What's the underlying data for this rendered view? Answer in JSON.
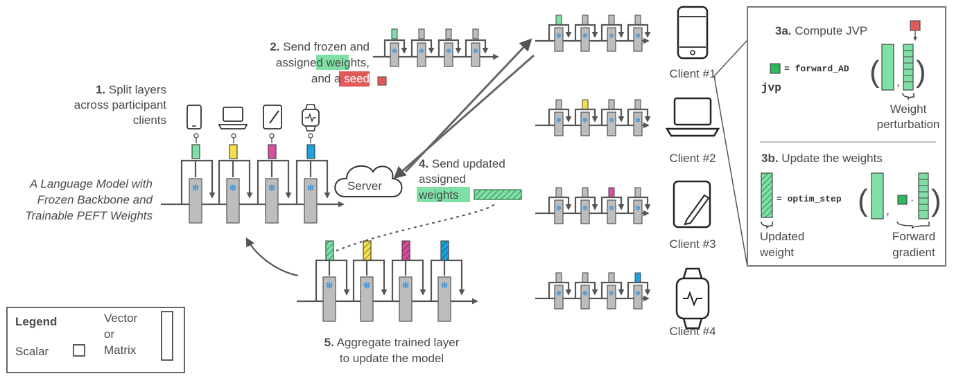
{
  "steps": {
    "step1": {
      "num": "1.",
      "line1": "Split layers",
      "line2": "across participant",
      "line3": "clients"
    },
    "step2": {
      "num": "2.",
      "line1": "Send frozen and",
      "line2a": "assigned ",
      "line2b": "weights",
      "line2c": ",",
      "line3a": "and a ",
      "line3b": "seed"
    },
    "step4": {
      "num": "4.",
      "line1": "Send updated",
      "line2": "assigned",
      "line3": "weights"
    },
    "step5": {
      "num": "5.",
      "line1": "Aggregate trained layer",
      "line2": "to update the model"
    }
  },
  "model_caption": {
    "line1": "A Language Model with",
    "line2": "Frozen Backbone and",
    "line3": "Trainable PEFT Weights"
  },
  "server_label": "Server",
  "snowflake": "❄",
  "clients": [
    {
      "label": "Client #1",
      "device": "phone-icon"
    },
    {
      "label": "Client #2",
      "device": "laptop-icon"
    },
    {
      "label": "Client #3",
      "device": "tablet-icon"
    },
    {
      "label": "Client #4",
      "device": "watch-icon"
    }
  ],
  "panel": {
    "s3a": {
      "num": "3a.",
      "title": " Compute JVP"
    },
    "jvp_eq": "= forward_AD",
    "jvp_label": "jvp",
    "weight_pert": {
      "line1": "Weight",
      "line2": "perturbation"
    },
    "s3b": {
      "num": "3b.",
      "title": " Update the weights"
    },
    "update_eq": "= optim_step",
    "updated_weight": {
      "line1": "Updated",
      "line2": "weight"
    },
    "forward_grad": {
      "line1": "Forward",
      "line2": "gradient"
    },
    "paren_open": "(",
    "paren_close": ")",
    "comma": ",",
    "dot": "·"
  },
  "legend": {
    "title": "Legend",
    "scalar": "Scalar",
    "vm1": "Vector",
    "vm2": "or",
    "vm3": "Matrix"
  },
  "colors": {
    "green": "#7fe0a6",
    "yellow": "#f4e04d",
    "pink": "#d94ea0",
    "blue": "#1aa3e0",
    "seed_red": "#e05a5a",
    "weights_hl": "#7fe0a6",
    "seed_hl": "#e05a5a",
    "panel_border": "#777777"
  }
}
